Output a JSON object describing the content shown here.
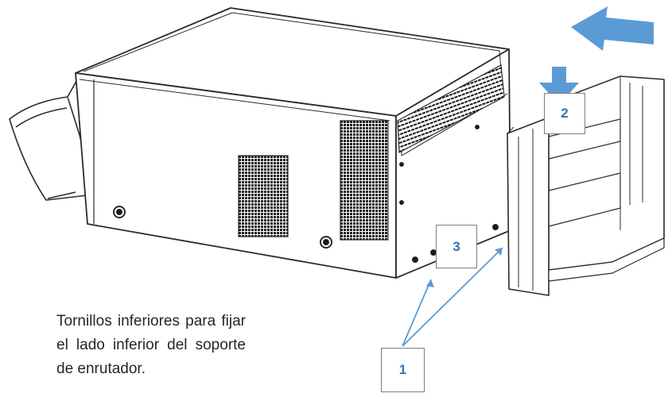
{
  "callouts": {
    "one": "1",
    "two": "2",
    "three": "3"
  },
  "caption": "Tornillos inferiores para fijar el lado inferior del soporte de enrutador.",
  "colors": {
    "accent_blue": "#5b9bd5",
    "callout_text": "#2e75b6",
    "line_art": "#2b2b2b",
    "vent_fill": "#1a1a1a"
  },
  "icons": {
    "insert_arrow": "arrow-left-icon",
    "down_arrow": "arrow-down-icon"
  }
}
